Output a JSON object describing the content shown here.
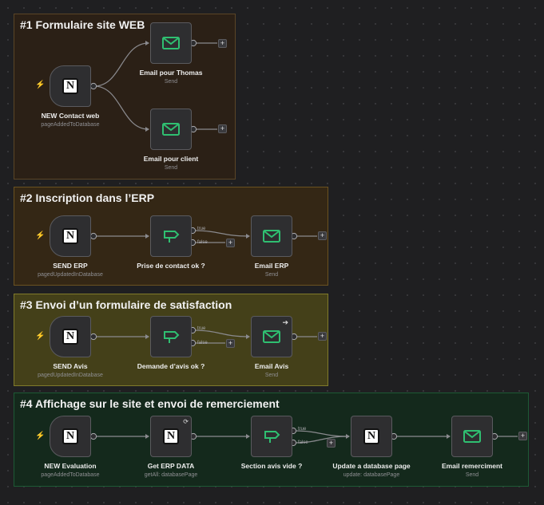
{
  "colors": {
    "email_icon": "#2fbf71",
    "router_icon": "#2fbf71",
    "trigger_bolt": "#ff6b4a"
  },
  "groups": [
    {
      "title": "#1 Formulaire site WEB"
    },
    {
      "title": "#2 Inscription dans l’ERP"
    },
    {
      "title": "#3 Envoi d’un formulaire de satisfaction"
    },
    {
      "title": "#4 Affichage sur le site et envoi de remerciement"
    }
  ],
  "nodes": {
    "g1_trigger": {
      "title": "NEW Contact web",
      "subtitle": "pageAddedToDatabase",
      "icon": "notion-icon"
    },
    "g1_email_thomas": {
      "title": "Email pour Thomas",
      "subtitle": "Send",
      "icon": "mail-icon"
    },
    "g1_email_client": {
      "title": "Email pour client",
      "subtitle": "Send",
      "icon": "mail-icon"
    },
    "g2_trigger": {
      "title": "SEND ERP",
      "subtitle": "pagedUpdatedInDatabase",
      "icon": "notion-icon"
    },
    "g2_if": {
      "title": "Prise de contact ok ?",
      "subtitle": "",
      "icon": "signpost-icon"
    },
    "g2_email": {
      "title": "Email ERP",
      "subtitle": "Send",
      "icon": "mail-icon"
    },
    "g3_trigger": {
      "title": "SEND Avis",
      "subtitle": "pagedUpdatedInDatabase",
      "icon": "notion-icon"
    },
    "g3_if": {
      "title": "Demande d’avis ok ?",
      "subtitle": "",
      "icon": "signpost-icon"
    },
    "g3_email": {
      "title": "Email Avis",
      "subtitle": "Send",
      "icon": "mail-icon"
    },
    "g4_trigger": {
      "title": "NEW Evaluation",
      "subtitle": "pageAddedToDatabase",
      "icon": "notion-icon"
    },
    "g4_get": {
      "title": "Get ERP DATA",
      "subtitle": "getAll: databasePage",
      "icon": "notion-icon"
    },
    "g4_if": {
      "title": "Section avis vide ?",
      "subtitle": "",
      "icon": "signpost-icon"
    },
    "g4_update": {
      "title": "Update a database page",
      "subtitle": "update: databasePage",
      "icon": "notion-icon"
    },
    "g4_email": {
      "title": "Email remerciment",
      "subtitle": "Send",
      "icon": "mail-icon"
    }
  },
  "branches": {
    "true_label": "true",
    "false_label": "false"
  },
  "symbols": {
    "plus": "+",
    "notion": "N",
    "bolt": "⚡",
    "arrow": "➔",
    "loop": "⟳"
  }
}
